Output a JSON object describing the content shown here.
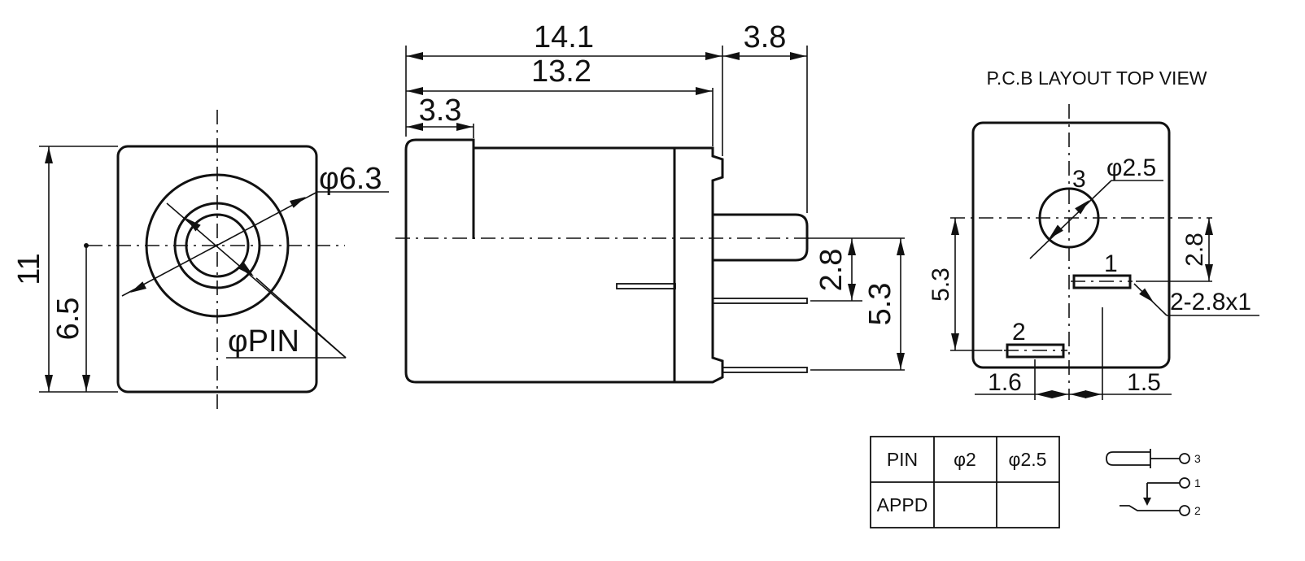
{
  "front_view": {
    "height_dim": "11",
    "center_height_dim": "6.5",
    "outer_diameter": "φ6.3",
    "pin_diameter": "φPIN"
  },
  "side_view": {
    "overall_length": "14.1",
    "body_length": "13.2",
    "front_step": "3.3",
    "pin_protrusion": "3.8",
    "pin_offset": "2.8",
    "pin_spacing": "5.3"
  },
  "pcb_view": {
    "title": "P.C.B LAYOUT TOP VIEW",
    "hole_diameter": "φ2.5",
    "pin3_label": "3",
    "pin1_label": "1",
    "pin2_label": "2",
    "slot_size": "2-2.8x1",
    "dim_right": "2.8",
    "dim_left": "5.3",
    "dim_bottom_left": "1.6",
    "dim_bottom_right": "1.5"
  },
  "pin_table": {
    "headers": [
      "PIN",
      "φ2",
      "φ2.5"
    ],
    "rows": [
      [
        "APPD",
        "",
        ""
      ]
    ]
  },
  "schematic": {
    "pins": [
      "3",
      "1",
      "2"
    ]
  }
}
